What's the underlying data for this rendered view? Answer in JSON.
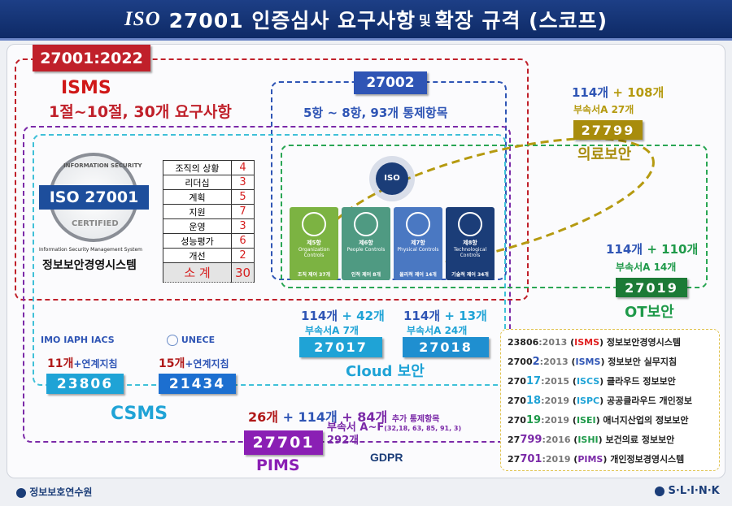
{
  "title": {
    "iso": "ISO",
    "main": "27001 인증심사 요구사항",
    "and": "및",
    "rest": "확장 규격 (스코프)"
  },
  "isms": {
    "tag": "27001:2022",
    "name": "ISMS",
    "desc": "1절~10절, 30개 요구사항"
  },
  "badge": {
    "top": "INFORMATION SECURITY",
    "iso": "ISO 27001",
    "bottom": "CERTIFIED",
    "sub": "Information Security Management System",
    "ko": "정보보안경영시스템"
  },
  "clauses": [
    {
      "name": "조직의 상황",
      "n": "4"
    },
    {
      "name": "리더십",
      "n": "3"
    },
    {
      "name": "계획",
      "n": "5"
    },
    {
      "name": "지원",
      "n": "7"
    },
    {
      "name": "운영",
      "n": "3"
    },
    {
      "name": "성능평가",
      "n": "6"
    },
    {
      "name": "개선",
      "n": "2"
    }
  ],
  "clauses_total": {
    "name": "소 계",
    "n": "30"
  },
  "iso27002": {
    "tag": "27002",
    "desc": "5항 ~ 8항, 93개 통제항목",
    "center": "ISO",
    "tiles": [
      {
        "no": "제5항",
        "en": "Organization Controls",
        "ko": "조직 제어 37개",
        "color": "#7cb342"
      },
      {
        "no": "제6항",
        "en": "People Controls",
        "ko": "인적 제어 8개",
        "color": "#4f9a82"
      },
      {
        "no": "제7항",
        "en": "Physical Controls",
        "ko": "물리적 제어 14개",
        "color": "#4a78c2"
      },
      {
        "no": "제8항",
        "en": "Technological Controls",
        "ko": "기술적 제어 34개",
        "color": "#1b3d78"
      }
    ]
  },
  "cloud": {
    "c17": {
      "a": "114개",
      "b": "+ 42개",
      "annex": "부속서A 7개",
      "tag": "27017"
    },
    "c18": {
      "a": "114개",
      "b": "+ 13개",
      "annex": "부속서A 24개",
      "tag": "27018"
    },
    "label": "Cloud 보안"
  },
  "medical": {
    "a": "114개",
    "b": "+ 108개",
    "annex": "부속서A 27개",
    "tag": "27799",
    "label": "의료보안"
  },
  "ot": {
    "a": "114개",
    "b": "+ 110개",
    "annex": "부속서A 14개",
    "tag": "27019",
    "label": "OT보안"
  },
  "csms": {
    "logos1": "IMO IAPH IACS",
    "logos2": "UNECE",
    "c1": {
      "n": "11개",
      "s": "+연계지침",
      "tag": "23806"
    },
    "c2": {
      "n": "15개",
      "s": "+연계지침",
      "tag": "21434"
    },
    "label": "CSMS"
  },
  "pims": {
    "n1": "26개",
    "n2": "+ 114개",
    "n3": "+ 84개",
    "extra": "추가 통제항목",
    "annex": "부속서 A~F",
    "annex_detail": "(32,18, 63, 85, 91, 3)",
    "annex_total": "292개",
    "tag": "27701",
    "label": "PIMS",
    "gdpr": "GDPR"
  },
  "legend": [
    {
      "pre": "23806",
      "hl": "",
      "yr": ":2013",
      "abbr": "ISMS",
      "abbrColor": "#e02020",
      "hlColor": "#222",
      "desc": "정보보안경영시스템"
    },
    {
      "pre": "2700",
      "hl": "2",
      "yr": ":2013",
      "abbr": "ISMS",
      "abbrColor": "#2f55b5",
      "hlColor": "#2f55b5",
      "desc": "정보보안 실무지침"
    },
    {
      "pre": "270",
      "hl": "17",
      "yr": ":2015",
      "abbr": "ISCS",
      "abbrColor": "#1fa3d6",
      "hlColor": "#1fa3d6",
      "desc": "클라우드 정보보안"
    },
    {
      "pre": "270",
      "hl": "18",
      "yr": ":2019",
      "abbr": "ISPC",
      "abbrColor": "#1fa3d6",
      "hlColor": "#1fa3d6",
      "desc": "공공클라우드 개인정보"
    },
    {
      "pre": "270",
      "hl": "19",
      "yr": ":2019",
      "abbr": "ISEI",
      "abbrColor": "#1f9a4a",
      "hlColor": "#1f9a4a",
      "desc": "애너지산업의 정보보안"
    },
    {
      "pre": "27",
      "hl": "799",
      "yr": ":2016",
      "abbr": "ISHI",
      "abbrColor": "#1f9a4a",
      "hlColor": "#7b2aa8",
      "desc": "보건의료 정보보안"
    },
    {
      "pre": "27",
      "hl": "701",
      "yr": ":2019",
      "abbr": "PIMS",
      "abbrColor": "#7b2aa8",
      "hlColor": "#7b2aa8",
      "desc": "개인정보경영시스템"
    }
  ],
  "footer": {
    "left": "정보보호연수원",
    "right": "S·L·I·N·K"
  }
}
